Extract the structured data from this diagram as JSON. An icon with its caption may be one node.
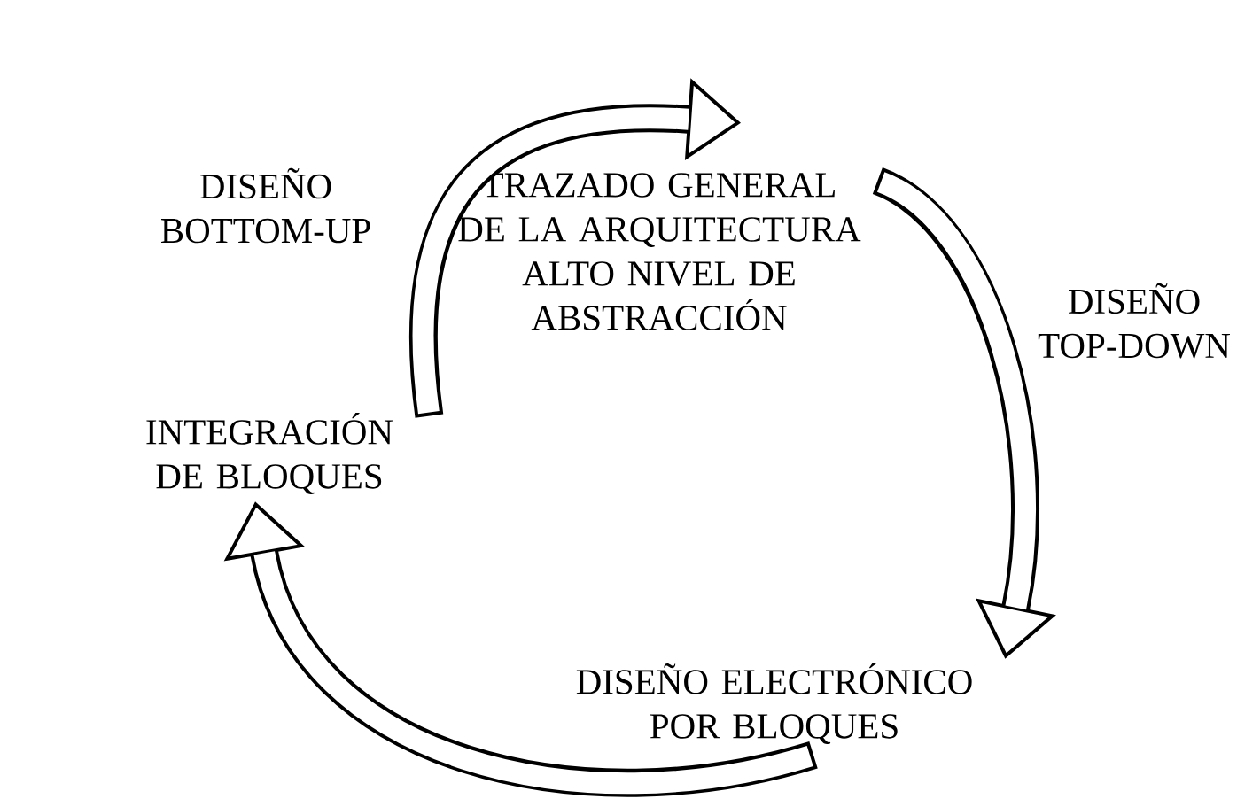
{
  "diagram": {
    "nodes": [
      {
        "text": [
          "TRAZADO GENERAL DE LA ARQUITECTURA ALTO NIVEL DE ABSTRACCIÓN"
        ]
      },
      {
        "text": [
          "DISEÑO ELECTRÓNICO POR BLOQUES"
        ]
      },
      {
        "text": [
          "INTEGRACIÓN DE BLOQUES"
        ]
      }
    ],
    "edges": [
      {
        "from": 0,
        "to": 1,
        "arrow": "to",
        "label": "DISEÑO TOP-DOWN"
      },
      {
        "from": 1,
        "to": 2,
        "arrow": "to"
      },
      {
        "from": 2,
        "to": 0,
        "arrow": "to",
        "label": "DISEÑO BOTTOM-UP"
      }
    ]
  }
}
